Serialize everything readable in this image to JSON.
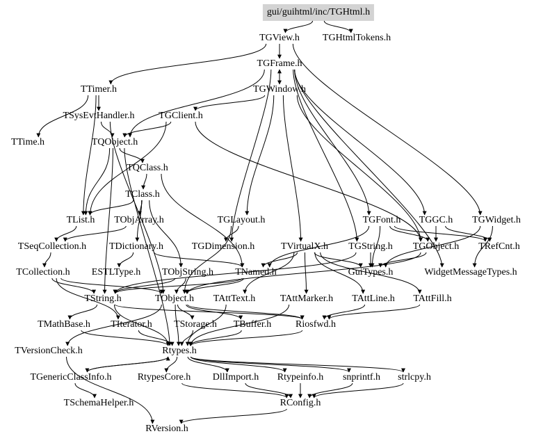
{
  "diagram": {
    "nodes": [
      {
        "id": "TGHtml",
        "label": "gui/guihtml/inc/TGHtml.h",
        "root": true
      },
      {
        "id": "TGView",
        "label": "TGView.h"
      },
      {
        "id": "TGHtmlTokens",
        "label": "TGHtmlTokens.h"
      },
      {
        "id": "TGFrame",
        "label": "TGFrame.h"
      },
      {
        "id": "TTimer",
        "label": "TTimer.h"
      },
      {
        "id": "TGWindow",
        "label": "TGWindow.h"
      },
      {
        "id": "TSysEvtHandler",
        "label": "TSysEvtHandler.h"
      },
      {
        "id": "TGClient",
        "label": "TGClient.h"
      },
      {
        "id": "TTime",
        "label": "TTime.h"
      },
      {
        "id": "TQObject",
        "label": "TQObject.h"
      },
      {
        "id": "TQClass",
        "label": "TQClass.h"
      },
      {
        "id": "TClass",
        "label": "TClass.h"
      },
      {
        "id": "TList",
        "label": "TList.h"
      },
      {
        "id": "TObjArray",
        "label": "TObjArray.h"
      },
      {
        "id": "TGLayout",
        "label": "TGLayout.h"
      },
      {
        "id": "TGFont",
        "label": "TGFont.h"
      },
      {
        "id": "TGGC",
        "label": "TGGC.h"
      },
      {
        "id": "TGWidget",
        "label": "TGWidget.h"
      },
      {
        "id": "TSeqCollection",
        "label": "TSeqCollection.h"
      },
      {
        "id": "TDictionary",
        "label": "TDictionary.h"
      },
      {
        "id": "TGDimension",
        "label": "TGDimension.h"
      },
      {
        "id": "TVirtualX",
        "label": "TVirtualX.h"
      },
      {
        "id": "TGString",
        "label": "TGString.h"
      },
      {
        "id": "TGObject",
        "label": "TGObject.h"
      },
      {
        "id": "TRefCnt",
        "label": "TRefCnt.h"
      },
      {
        "id": "TCollection",
        "label": "TCollection.h"
      },
      {
        "id": "ESTLType",
        "label": "ESTLType.h"
      },
      {
        "id": "TObjString",
        "label": "TObjString.h"
      },
      {
        "id": "TNamed",
        "label": "TNamed.h"
      },
      {
        "id": "GuiTypes",
        "label": "GuiTypes.h"
      },
      {
        "id": "WidgetMessageTypes",
        "label": "WidgetMessageTypes.h"
      },
      {
        "id": "TString",
        "label": "TString.h"
      },
      {
        "id": "TObject",
        "label": "TObject.h"
      },
      {
        "id": "TAttText",
        "label": "TAttText.h"
      },
      {
        "id": "TAttMarker",
        "label": "TAttMarker.h"
      },
      {
        "id": "TAttLine",
        "label": "TAttLine.h"
      },
      {
        "id": "TAttFill",
        "label": "TAttFill.h"
      },
      {
        "id": "TMathBase",
        "label": "TMathBase.h"
      },
      {
        "id": "TIterator",
        "label": "TIterator.h"
      },
      {
        "id": "TStorage",
        "label": "TStorage.h"
      },
      {
        "id": "TBuffer",
        "label": "TBuffer.h"
      },
      {
        "id": "Riosfwd",
        "label": "Riosfwd.h"
      },
      {
        "id": "TVersionCheck",
        "label": "TVersionCheck.h"
      },
      {
        "id": "Rtypes",
        "label": "Rtypes.h"
      },
      {
        "id": "TGenericClassInfo",
        "label": "TGenericClassInfo.h"
      },
      {
        "id": "RtypesCore",
        "label": "RtypesCore.h"
      },
      {
        "id": "DllImport",
        "label": "DllImport.h"
      },
      {
        "id": "Rtypeinfo",
        "label": "Rtypeinfo.h"
      },
      {
        "id": "snprintf",
        "label": "snprintf.h"
      },
      {
        "id": "strlcpy",
        "label": "strlcpy.h"
      },
      {
        "id": "TSchemaHelper",
        "label": "TSchemaHelper.h"
      },
      {
        "id": "RConfig",
        "label": "RConfig.h"
      },
      {
        "id": "RVersion",
        "label": "RVersion.h"
      }
    ],
    "edges": [
      [
        "TGHtml",
        "TGView"
      ],
      [
        "TGHtml",
        "TGHtmlTokens"
      ],
      [
        "TGView",
        "TGFrame"
      ],
      [
        "TGView",
        "TTimer"
      ],
      [
        "TGView",
        "TGWidget"
      ],
      [
        "TGFrame",
        "TGWindow"
      ],
      [
        "TGFrame",
        "TQObject"
      ],
      [
        "TGFrame",
        "TGFont"
      ],
      [
        "TGFrame",
        "TGGC"
      ],
      [
        "TGFrame",
        "TGDimension"
      ],
      [
        "TGFrame",
        "TGString"
      ],
      [
        "TGFrame",
        "WidgetMessageTypes"
      ],
      [
        "TTimer",
        "TSysEvtHandler"
      ],
      [
        "TTimer",
        "TTime"
      ],
      [
        "TTimer",
        "TList"
      ],
      [
        "TGWindow",
        "TGClient"
      ],
      [
        "TGWindow",
        "TGObject"
      ],
      [
        "TGWindow",
        "TVirtualX"
      ],
      [
        "TGWindow",
        "TGLayout"
      ],
      [
        "TGWindow",
        "TGFrame"
      ],
      [
        "TSysEvtHandler",
        "TQObject"
      ],
      [
        "TSysEvtHandler",
        "TObject"
      ],
      [
        "TGClient",
        "TQObject"
      ],
      [
        "TGClient",
        "TList"
      ],
      [
        "TGClient",
        "TGObject"
      ],
      [
        "TQObject",
        "TQClass"
      ],
      [
        "TQObject",
        "TList"
      ],
      [
        "TQObject",
        "TString"
      ],
      [
        "TQObject",
        "Rtypes"
      ],
      [
        "TQClass",
        "TClass"
      ],
      [
        "TQClass",
        "TNamed"
      ],
      [
        "TClass",
        "TList"
      ],
      [
        "TClass",
        "TObjArray"
      ],
      [
        "TClass",
        "TObjString"
      ],
      [
        "TClass",
        "TDictionary"
      ],
      [
        "TList",
        "TSeqCollection"
      ],
      [
        "TObjArray",
        "TSeqCollection"
      ],
      [
        "TSeqCollection",
        "TCollection"
      ],
      [
        "TCollection",
        "TObject"
      ],
      [
        "TCollection",
        "TIterator"
      ],
      [
        "TCollection",
        "TString"
      ],
      [
        "TDictionary",
        "TNamed"
      ],
      [
        "TDictionary",
        "ESTLType"
      ],
      [
        "TObjString",
        "TObject"
      ],
      [
        "TObjString",
        "TString"
      ],
      [
        "TNamed",
        "TObject"
      ],
      [
        "TNamed",
        "TString"
      ],
      [
        "TGLayout",
        "TGDimension"
      ],
      [
        "TGLayout",
        "TObject"
      ],
      [
        "TGFont",
        "TNamed"
      ],
      [
        "TGFont",
        "GuiTypes"
      ],
      [
        "TGFont",
        "TRefCnt"
      ],
      [
        "TGFont",
        "TGObject"
      ],
      [
        "TGGC",
        "TGObject"
      ],
      [
        "TGGC",
        "TRefCnt"
      ],
      [
        "TGWidget",
        "GuiTypes"
      ],
      [
        "TGWidget",
        "WidgetMessageTypes"
      ],
      [
        "TGString",
        "TString"
      ],
      [
        "TGString",
        "GuiTypes"
      ],
      [
        "TGObject",
        "GuiTypes"
      ],
      [
        "TGObject",
        "TObject"
      ],
      [
        "TVirtualX",
        "GuiTypes"
      ],
      [
        "TVirtualX",
        "TNamed"
      ],
      [
        "TVirtualX",
        "TAttText"
      ],
      [
        "TVirtualX",
        "TAttMarker"
      ],
      [
        "TVirtualX",
        "TAttLine"
      ],
      [
        "TVirtualX",
        "TAttFill"
      ],
      [
        "TString",
        "TMathBase"
      ],
      [
        "TString",
        "Rtypes"
      ],
      [
        "TString",
        "Riosfwd"
      ],
      [
        "TObject",
        "TStorage"
      ],
      [
        "TObject",
        "TBuffer"
      ],
      [
        "TObject",
        "Riosfwd"
      ],
      [
        "TObject",
        "Rtypes"
      ],
      [
        "TObject",
        "TVersionCheck"
      ],
      [
        "TAttText",
        "Rtypes"
      ],
      [
        "TAttMarker",
        "Rtypes"
      ],
      [
        "TAttLine",
        "Riosfwd"
      ],
      [
        "TAttFill",
        "Riosfwd"
      ],
      [
        "TMathBase",
        "Rtypes"
      ],
      [
        "TIterator",
        "Rtypes"
      ],
      [
        "TStorage",
        "Rtypes"
      ],
      [
        "TBuffer",
        "Rtypes"
      ],
      [
        "Riosfwd",
        "Rtypes"
      ],
      [
        "TVersionCheck",
        "RVersion"
      ],
      [
        "Rtypes",
        "TGenericClassInfo"
      ],
      [
        "Rtypes",
        "RtypesCore"
      ],
      [
        "Rtypes",
        "DllImport"
      ],
      [
        "Rtypes",
        "Rtypeinfo"
      ],
      [
        "Rtypes",
        "snprintf"
      ],
      [
        "Rtypes",
        "strlcpy"
      ],
      [
        "TGenericClassInfo",
        "TSchemaHelper"
      ],
      [
        "TGenericClassInfo",
        "Rtypes"
      ],
      [
        "RtypesCore",
        "RConfig"
      ],
      [
        "DllImport",
        "RConfig"
      ],
      [
        "Rtypeinfo",
        "RConfig"
      ],
      [
        "snprintf",
        "RConfig"
      ],
      [
        "strlcpy",
        "RConfig"
      ],
      [
        "RConfig",
        "RVersion"
      ]
    ]
  }
}
